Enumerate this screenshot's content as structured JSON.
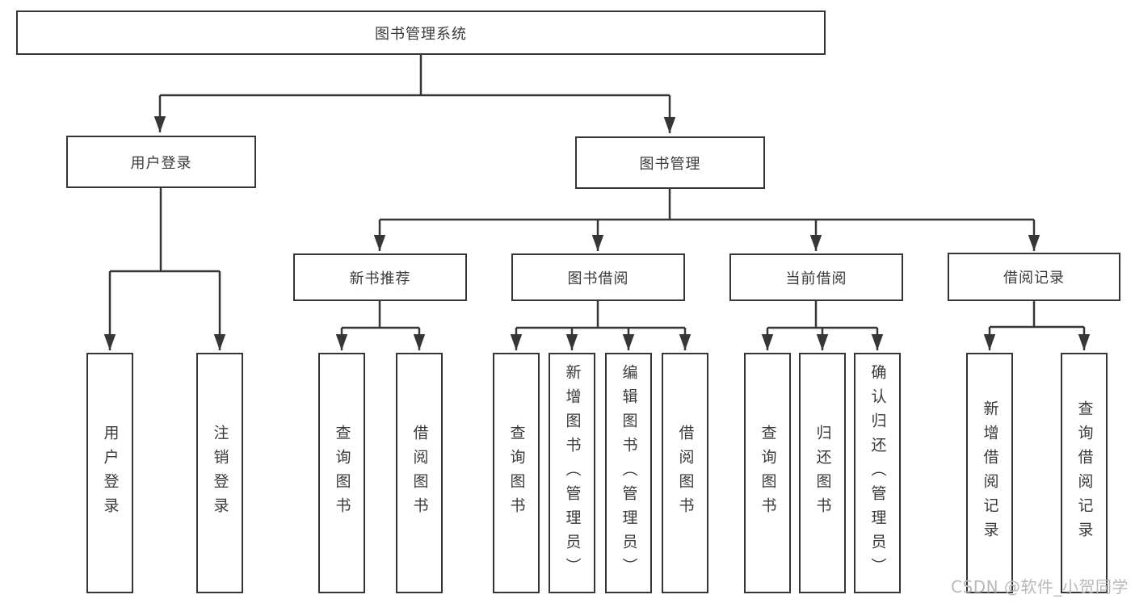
{
  "diagram": {
    "type": "hierarchy-tree",
    "colors": {
      "line": "#363636",
      "box_border": "#363636",
      "text": "#3a3a3a",
      "watermark": "#b9b9b9",
      "background": "#ffffff"
    }
  },
  "tree": {
    "label": "图书管理系统",
    "children": [
      {
        "label": "用户登录",
        "children": [
          {
            "label": "用户登录"
          },
          {
            "label": "注销登录"
          }
        ]
      },
      {
        "label": "图书管理",
        "children": [
          {
            "label": "新书推荐",
            "children": [
              {
                "label": "查询图书"
              },
              {
                "label": "借阅图书"
              }
            ]
          },
          {
            "label": "图书借阅",
            "children": [
              {
                "label": "查询图书"
              },
              {
                "label": "新增图书（管理员）"
              },
              {
                "label": "编辑图书（管理员）"
              },
              {
                "label": "借阅图书"
              }
            ]
          },
          {
            "label": "当前借阅",
            "children": [
              {
                "label": "查询图书"
              },
              {
                "label": "归还图书"
              },
              {
                "label": "确认归还（管理员）"
              }
            ]
          },
          {
            "label": "借阅记录",
            "children": [
              {
                "label": "新增借阅记录"
              },
              {
                "label": "查询借阅记录"
              }
            ]
          }
        ]
      }
    ]
  },
  "watermark": "CSDN @软件_小贺同学"
}
